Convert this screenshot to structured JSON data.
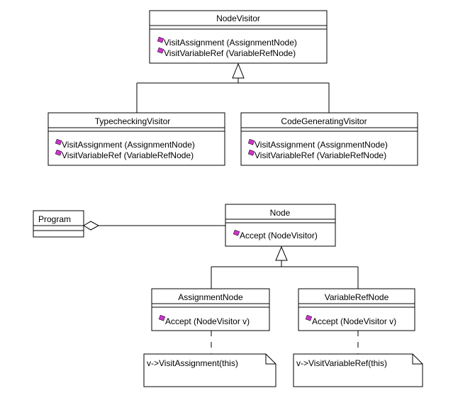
{
  "classes": {
    "node_visitor": {
      "name": "NodeVisitor",
      "methods": [
        "VisitAssignment (AssignmentNode)",
        "VisitVariableRef (VariableRefNode)"
      ]
    },
    "typechecking_visitor": {
      "name": "TypecheckingVisitor",
      "methods": [
        "VisitAssignment (AssignmentNode)",
        "VisitVariableRef (VariableRefNode)"
      ]
    },
    "code_generating_visitor": {
      "name": "CodeGeneratingVisitor",
      "methods": [
        "VisitAssignment (AssignmentNode)",
        "VisitVariableRef (VariableRefNode)"
      ]
    },
    "program": {
      "name": "Program"
    },
    "node": {
      "name": "Node",
      "methods": [
        "Accept (NodeVisitor)"
      ]
    },
    "assignment_node": {
      "name": "AssignmentNode",
      "methods": [
        "Accept (NodeVisitor v)"
      ]
    },
    "variable_ref_node": {
      "name": "VariableRefNode",
      "methods": [
        "Accept (NodeVisitor v)"
      ]
    }
  },
  "notes": {
    "assignment_note": "v->VisitAssignment(this)",
    "variable_ref_note": "v->VisitVariableRef(this)"
  },
  "colors": {
    "method_icon": "#cc33cc",
    "line": "#000000",
    "background": "#ffffff"
  }
}
